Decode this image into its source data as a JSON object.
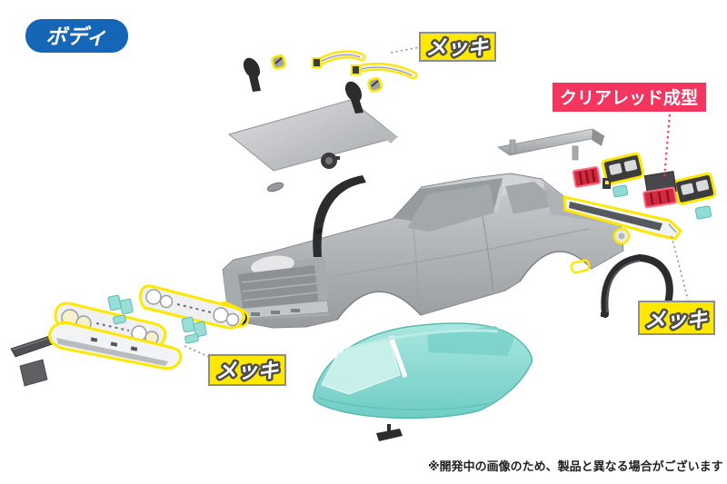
{
  "badge": {
    "label": "ボディ"
  },
  "callouts": {
    "mekki_top": "メッキ",
    "mekki_front": "メッキ",
    "mekki_rear": "メッキ",
    "clear_red": "クリアレッド成型"
  },
  "footnote": "※開発中の画像のため、製品と異なる場合がございます",
  "colors": {
    "badge_blue": "#1566b6",
    "callout_yellow_bg": "#ffe800",
    "callout_border_gray": "#8e8e8e",
    "callout_pink_bg": "#f43560",
    "highlight_yellow": "#ffe800",
    "clear_teal_part": "#8fdcd4",
    "clear_red_part": "#d2293e",
    "chrome_part": "#f2f3f4",
    "body_gray": "#b4b7ba",
    "black_part": "#2c2c2e"
  },
  "parts": [
    "car-body-shell",
    "hood-panel",
    "door-mirror-left",
    "door-mirror-right",
    "drip-rail-trim-front",
    "drip-rail-trim-rear",
    "chrome-corner-piece-left",
    "chrome-corner-piece-right",
    "fuel-cap",
    "cowl-clip",
    "windshield-frame-seal",
    "rear-spoiler",
    "tail-light-bezel-left",
    "tail-light-bezel-right",
    "tail-light-lens-left",
    "tail-light-lens-center",
    "license-plate-base",
    "bracket-piece",
    "rear-bumper",
    "bumper-end-cap",
    "marker-highlight-outline",
    "rear-fender-flare",
    "reflector-teal-rear-left",
    "reflector-teal-rear-right",
    "front-grille-upper",
    "front-grille-lower",
    "front-bumper",
    "front-valance-slat",
    "front-plate",
    "turn-signal-lenses-left",
    "turn-signal-lenses-right",
    "headlight-bucket-pair",
    "window-glass-unit",
    "interior-mirror"
  ]
}
